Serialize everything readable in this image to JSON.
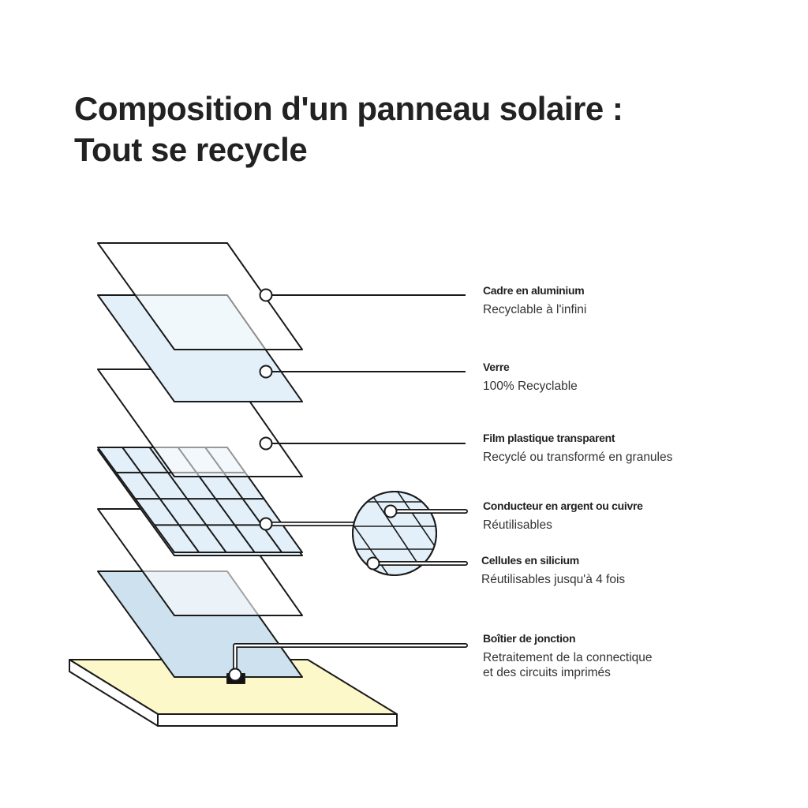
{
  "title": {
    "line1": "Composition d'un panneau solaire :",
    "line2": "Tout se recycle"
  },
  "components": [
    {
      "name": "Cadre en aluminium",
      "desc": "Recyclable à l'infini"
    },
    {
      "name": "Verre",
      "desc": "100% Recyclable"
    },
    {
      "name": "Film plastique transparent",
      "desc": "Recyclé ou transformé en granules"
    },
    {
      "name": "Conducteur en argent ou cuivre",
      "desc": "Réutilisables"
    },
    {
      "name": "Cellules en silicium",
      "desc": "Réutilisables jusqu'à 4 fois"
    },
    {
      "name": "Boîtier de jonction",
      "desc1": "Retraitement de la connectique",
      "desc2": "et des circuits imprimés"
    }
  ],
  "colors": {
    "glass": "#e3f0f9",
    "backsheet": "#cde2ee",
    "base": "#fdf8c9",
    "stroke": "#1a1a1a"
  }
}
